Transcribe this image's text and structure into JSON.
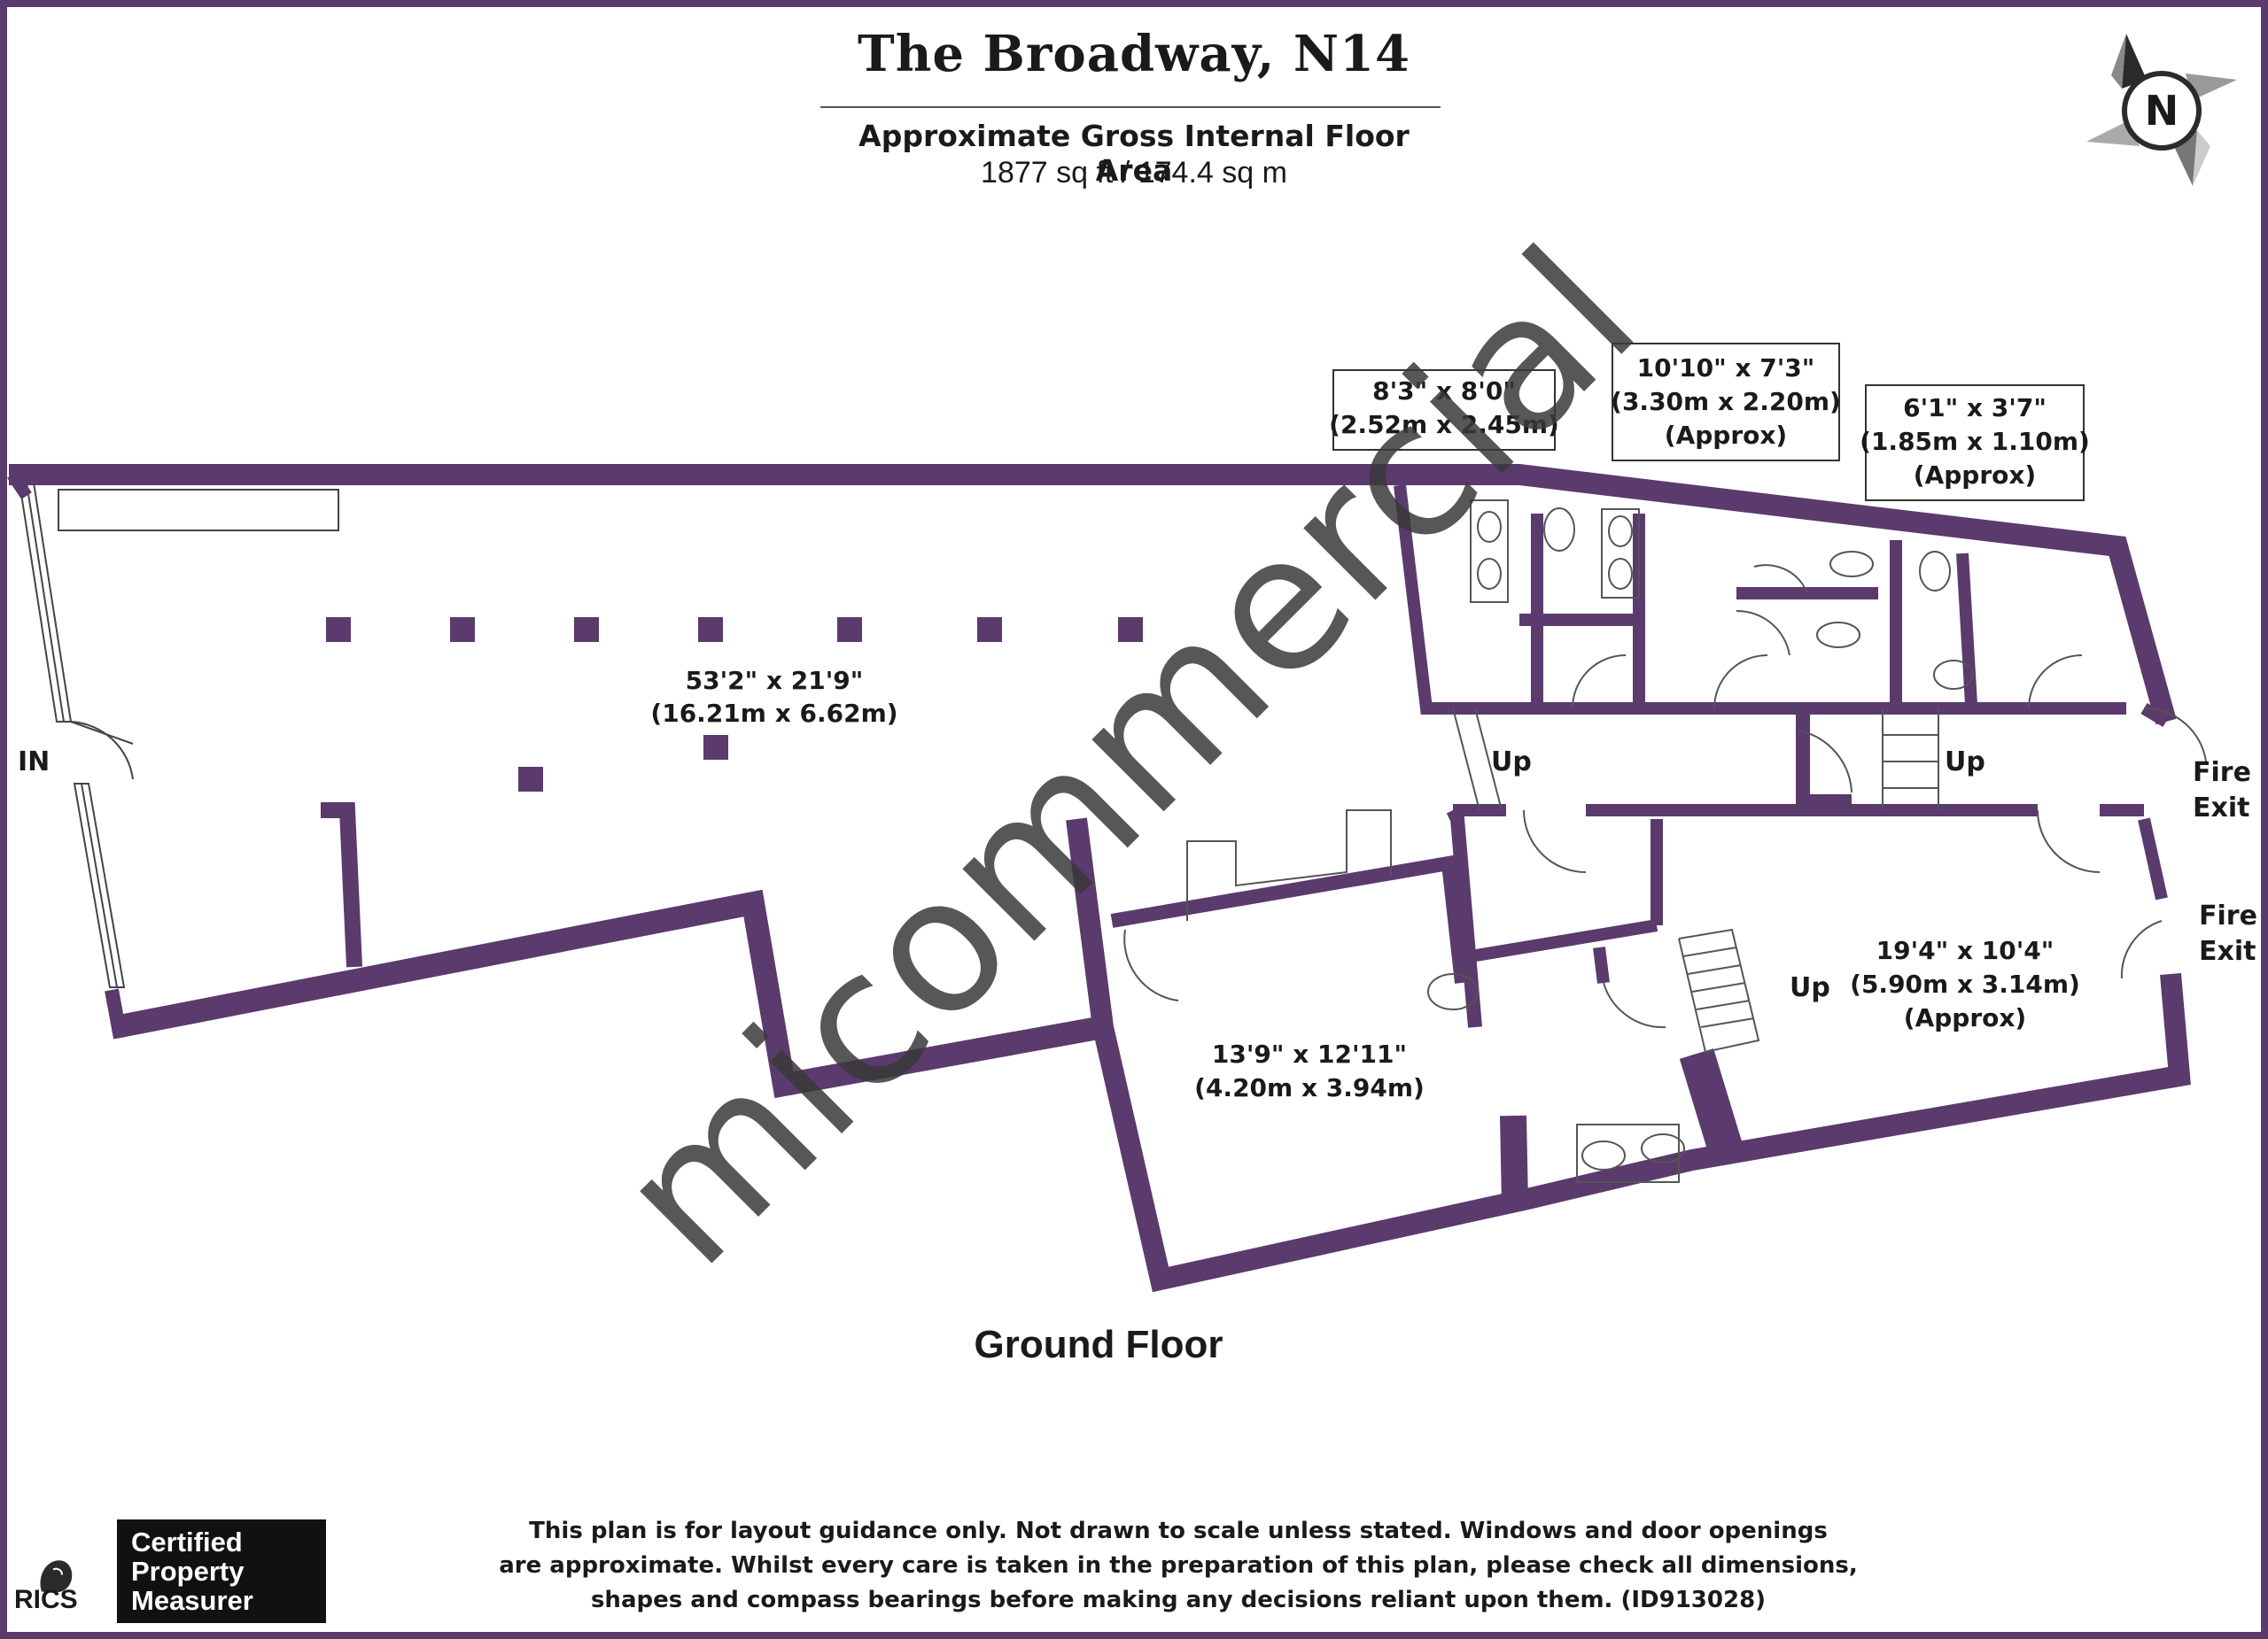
{
  "header": {
    "title": "The Broadway, N14",
    "subtitle": "Approximate Gross Internal Floor Area",
    "area": "1877 sq ft / 174.4 sq m"
  },
  "compass": {
    "letter": "N"
  },
  "rooms": [
    {
      "lines": [
        "53'2\" x 21'9\"",
        "(16.21m x 6.62m)"
      ]
    },
    {
      "lines": [
        "8'3\" x 8'0\"",
        "(2.52m x 2.45m)"
      ]
    },
    {
      "lines": [
        "10'10\" x 7'3\"",
        "(3.30m x 2.20m)",
        "(Approx)"
      ]
    },
    {
      "lines": [
        "6'1\" x 3'7\"",
        "(1.85m x 1.10m)",
        "(Approx)"
      ]
    },
    {
      "lines": [
        "13'9\" x 12'11\"",
        "(4.20m x 3.94m)"
      ]
    },
    {
      "lines": [
        "19'4\" x 10'4\"",
        "(5.90m x 3.14m)",
        "(Approx)"
      ]
    }
  ],
  "labels": {
    "entrance": "IN",
    "up": "Up",
    "fire_exit_1": [
      "Fire",
      "Exit"
    ],
    "fire_exit_2": [
      "Fire",
      "Exit"
    ]
  },
  "watermark": "micommercial",
  "floor_name": "Ground Floor",
  "disclaimer": [
    "This plan is for layout guidance only. Not drawn to scale unless stated. Windows and door openings",
    "are approximate. Whilst every care is taken in the preparation of this plan, please check all dimensions,",
    "shapes and compass bearings before making any decisions reliant upon them. (ID913028)"
  ],
  "badges": {
    "rics": "RICS",
    "certified": [
      "Certified",
      "Property",
      "Measurer"
    ]
  },
  "colors": {
    "wall": "#5b3a6e",
    "watermark": "#3a3a3a",
    "watermark_accent": "#8b6a9b"
  }
}
